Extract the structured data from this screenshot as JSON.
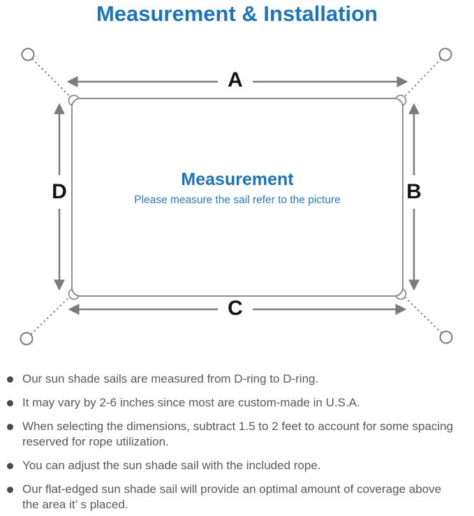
{
  "title": "Measurement & Installation",
  "colors": {
    "accent": "#1b74bc",
    "subtitle_blue": "#2b7cc1",
    "line_gray": "#7b7b7b",
    "border_gray": "#8e8e8e",
    "label_black": "#141414",
    "text_gray": "#595959",
    "dot_gray": "#4a4a4a"
  },
  "diagram": {
    "center_heading": "Measurement",
    "center_subtitle": "Please measure the sail refer to the picture",
    "labels": {
      "top": "A",
      "right": "B",
      "bottom": "C",
      "left": "D"
    }
  },
  "bullets": [
    {
      "text": "Our sun shade sails are measured from D-ring to D-ring."
    },
    {
      "text": "It may vary by 2-6 inches since most are custom-made in U.S.A."
    },
    {
      "text": "When selecting the dimensions, subtract 1.5 to 2 feet to account for some spacing\nreserved for rope utilization."
    },
    {
      "text": "You can adjust the sun shade sail with the included rope."
    },
    {
      "text": "Our flat-edged sun shade sail will provide an optimal amount of coverage above\nthe area it’ s placed."
    }
  ]
}
